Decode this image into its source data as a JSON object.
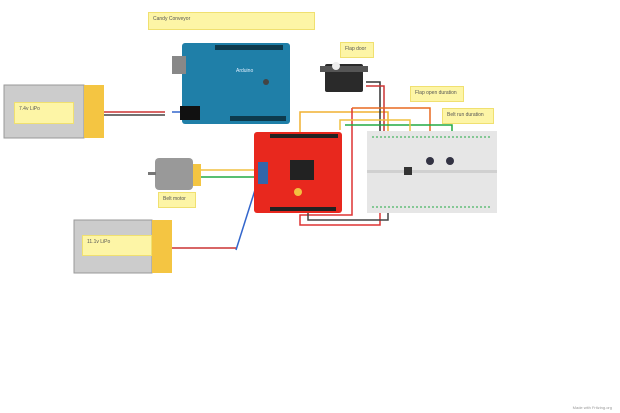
{
  "title_note": "Candy Conveyor",
  "battery1_label": "7.4v LiPo",
  "battery2_label": "11.1v LiPo",
  "servo_note": "Flap door",
  "pot1_note": "Flap open duration",
  "pot2_note": "Belt run duration",
  "motor_note": "Belt motor",
  "arduino_logo": "Arduino",
  "footer": "Made with Fritzing.org",
  "colors": {
    "arduino": "#1f7fa8",
    "shield": "#e8281e",
    "note": "#fdf5a6",
    "battery": "#f4c542",
    "breadboard": "#e6e6e6"
  }
}
